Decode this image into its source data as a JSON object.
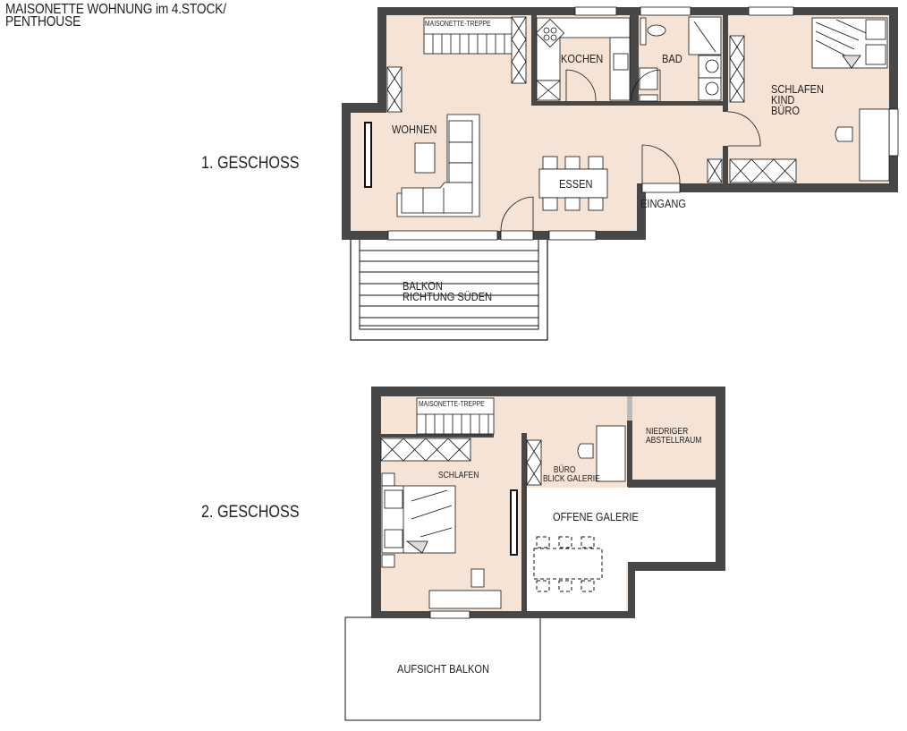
{
  "title": {
    "line1": "MAISONETTE WOHNUNG im 4.STOCK/",
    "line2": "PENTHOUSE"
  },
  "colors": {
    "wall": "#474747",
    "floor": "#f5e3d5",
    "furniture": "#ffffff",
    "line": "#111111"
  },
  "floor1": {
    "label": "1. GESCHOSS",
    "rooms": {
      "stairs": "MAISONETTE-TREPPE",
      "living": "WOHNEN",
      "kitchen": "KOCHEN",
      "bath": "BAD",
      "bedroom_line1": "SCHLAFEN",
      "bedroom_line2": "KIND",
      "bedroom_line3": "BÜRO",
      "dining": "ESSEN",
      "entrance": "EINGANG",
      "balcony_line1": "BALKON",
      "balcony_line2": "RICHTUNG SÜDEN"
    }
  },
  "floor2": {
    "label": "2. GESCHOSS",
    "rooms": {
      "stairs": "MAISONETTE-TREPPE",
      "bedroom": "SCHLAFEN",
      "office_line1": "BÜRO",
      "office_line2": "BLICK GALERIE",
      "storage_line1": "NIEDRIGER",
      "storage_line2": "ABSTELLRAUM",
      "gallery": "OFFENE GALERIE",
      "balcony_view": "AUFSICHT BALKON"
    }
  }
}
